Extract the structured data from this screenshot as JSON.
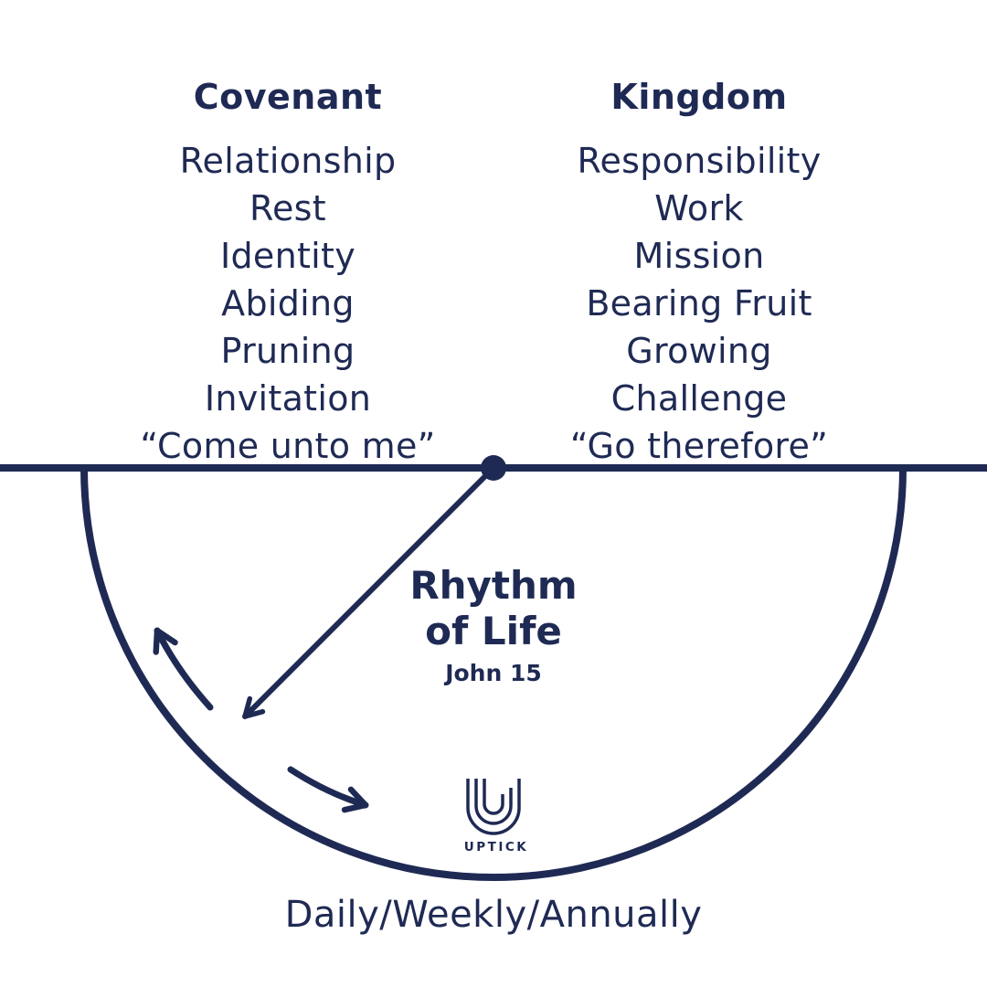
{
  "colors": {
    "navy": "#1f2a54",
    "background": "#ffffff"
  },
  "covenant": {
    "title": "Covenant",
    "items": [
      "Relationship",
      "Rest",
      "Identity",
      "Abiding",
      "Pruning",
      "Invitation",
      "“Come unto me”"
    ]
  },
  "kingdom": {
    "title": "Kingdom",
    "items": [
      "Responsibility",
      "Work",
      "Mission",
      "Bearing Fruit",
      "Growing",
      "Challenge",
      "“Go therefore”"
    ]
  },
  "center": {
    "title_line1": "Rhythm",
    "title_line2": "of Life",
    "subtitle": "John 15"
  },
  "logo": {
    "name": "UPTICK"
  },
  "footer": {
    "label": "Daily/Weekly/Annually"
  }
}
